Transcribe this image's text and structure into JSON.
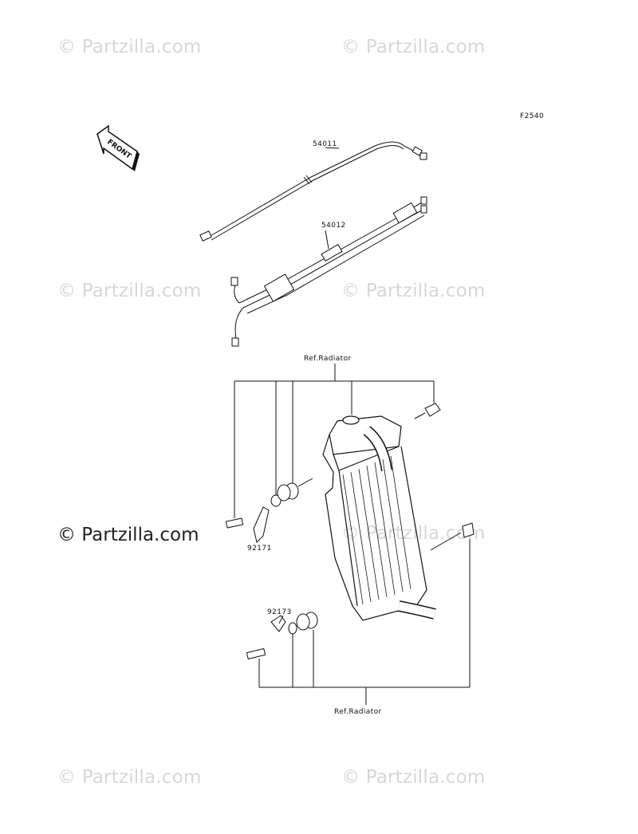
{
  "watermark": {
    "text": "© Partzilla.com",
    "main_text": "© Partzilla.com"
  },
  "figure": {
    "code": "F2540",
    "front_label": "FRONT"
  },
  "parts": {
    "throttle_cable_a": "54011",
    "throttle_cable_b": "54012",
    "bracket_upper": "92171",
    "bracket_lower": "92173",
    "ref_top": "Ref.Radiator",
    "ref_bottom": "Ref.Radiator"
  }
}
